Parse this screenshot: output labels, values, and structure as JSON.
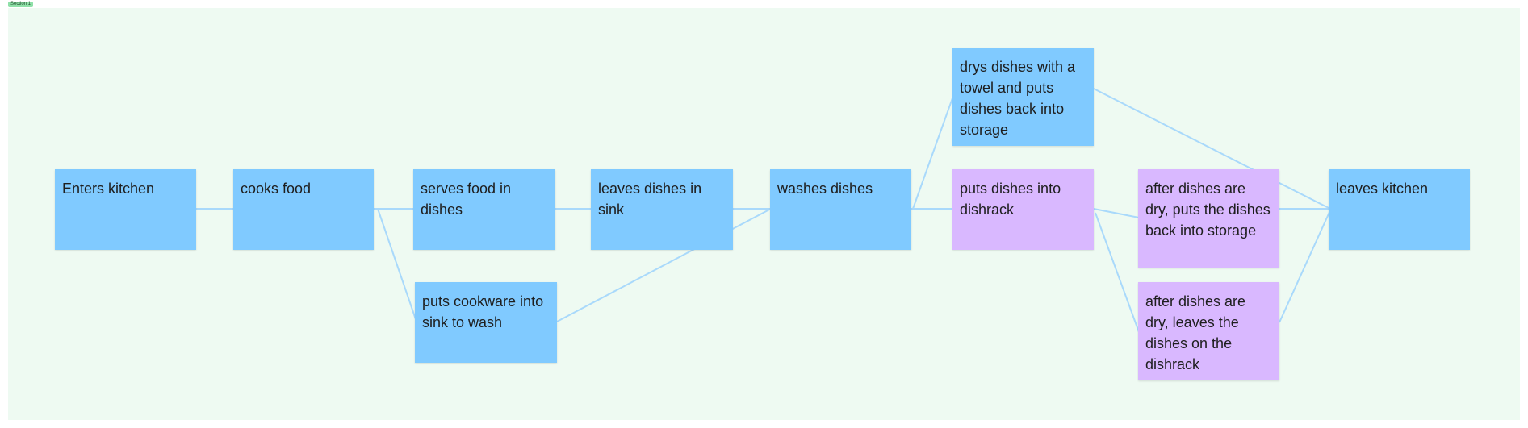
{
  "section": {
    "label": "Section 1"
  },
  "colors": {
    "section_background": "#eefaf2",
    "sticky_blue": "#80caff",
    "sticky_violet": "#d9b8ff",
    "connector": "#a9d9fb"
  },
  "nodes": {
    "enters_kitchen": "Enters kitchen",
    "cooks_food": "cooks food",
    "serves_food": "serves food in dishes",
    "leaves_dishes_in_sink": "leaves dishes in sink",
    "puts_cookware": "puts cookware into sink to wash",
    "washes_dishes": "washes dishes",
    "drys_dishes": "drys dishes with a towel and puts dishes back into storage",
    "dishrack": "puts dishes into dishrack",
    "after_dry_storage": "after dishes are dry, puts the dishes back into storage",
    "after_dry_leaves": "after dishes are dry, leaves the dishes on the dishrack",
    "leaves_kitchen": "leaves kitchen"
  }
}
